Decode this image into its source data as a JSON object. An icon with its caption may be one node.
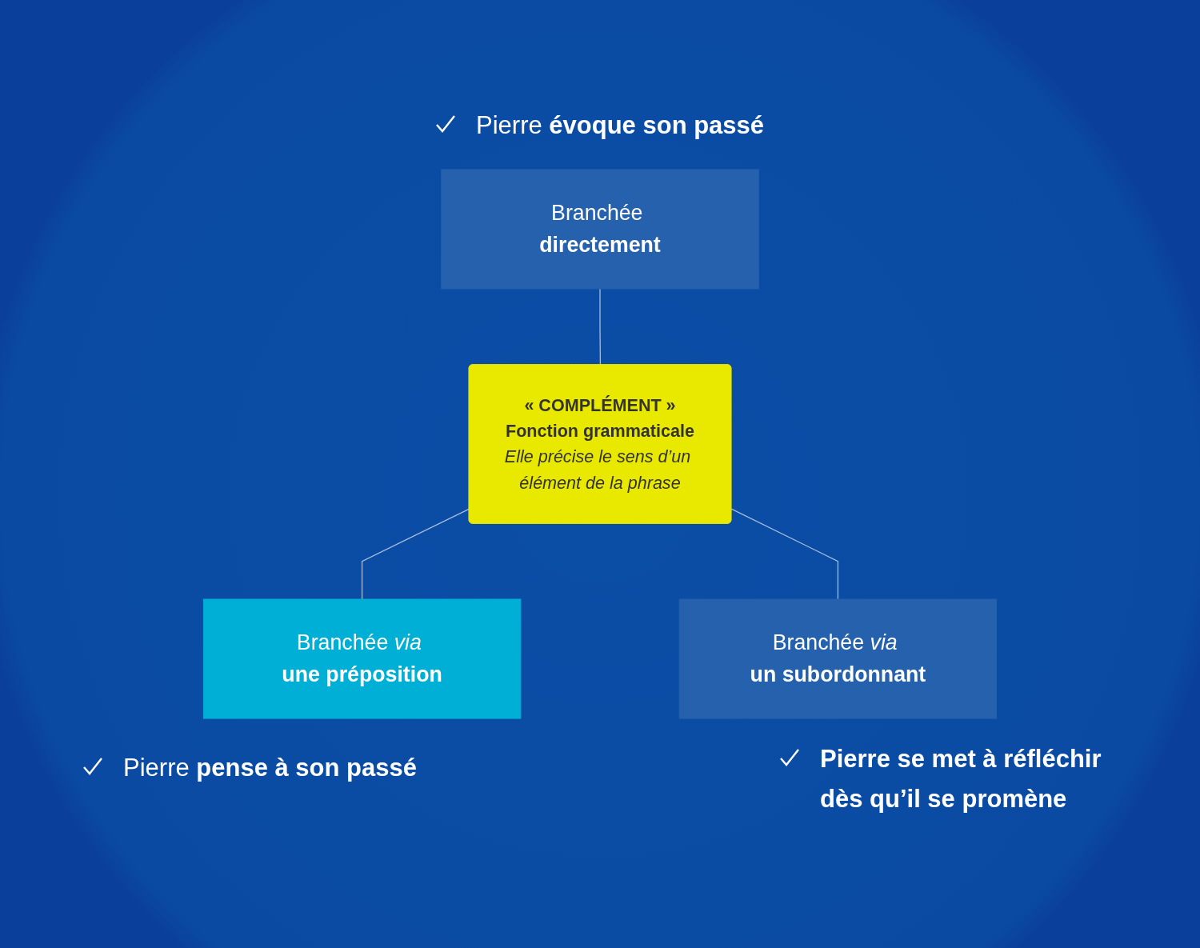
{
  "diagram": {
    "nodes": [
      {
        "text": [
          "Branchée **directement**"
        ]
      },
      {
        "text": [
          "« COMPLÉMENT »",
          "Fonction grammaticale",
          "Elle précise le sens d’un élément de la phrase"
        ]
      },
      {
        "text": [
          "Branchée *via* **une préposition**"
        ]
      },
      {
        "text": [
          "Branchée *via* **un subordonnant**"
        ]
      }
    ],
    "edges": [
      {
        "from": 0,
        "to": 1,
        "arrow": "none"
      },
      {
        "from": 1,
        "to": 2,
        "arrow": "none"
      },
      {
        "from": 1,
        "to": 3,
        "arrow": "none"
      }
    ],
    "labels": [
      "Pierre **évoque son passé**",
      "Pierre **pense à son passé**",
      "Pierre se met à réfléchir dès qu’il se promène"
    ]
  }
}
